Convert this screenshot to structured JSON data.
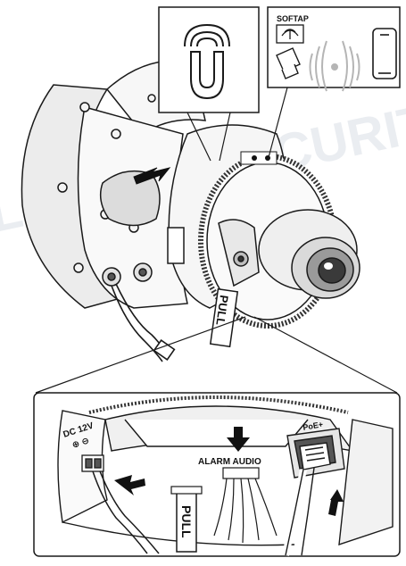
{
  "colors": {
    "line": "#1a1a1a",
    "fill_light": "#f2f2f2",
    "fill_mid": "#d9d9d9",
    "fill_dark": "#3a3a3a",
    "watermark": "#e6e9ee"
  },
  "icons": {
    "magnet": "magnet-icon",
    "usb": "usb-dongle-icon",
    "wireless": "wireless-signal-icon",
    "phone": "smartphone-icon",
    "arrow": "insert-arrow-icon"
  },
  "labels": {
    "softap": "SOFTAP",
    "pull_main": "PULL",
    "pull_detail": "PULL",
    "dc": "DC 12V",
    "dc_polarity": "⊕ ⊖",
    "alarm_audio": "ALARM AUDIO",
    "poe": "PoE+"
  },
  "watermark": {
    "text": "HILLSANE SECURITY"
  }
}
